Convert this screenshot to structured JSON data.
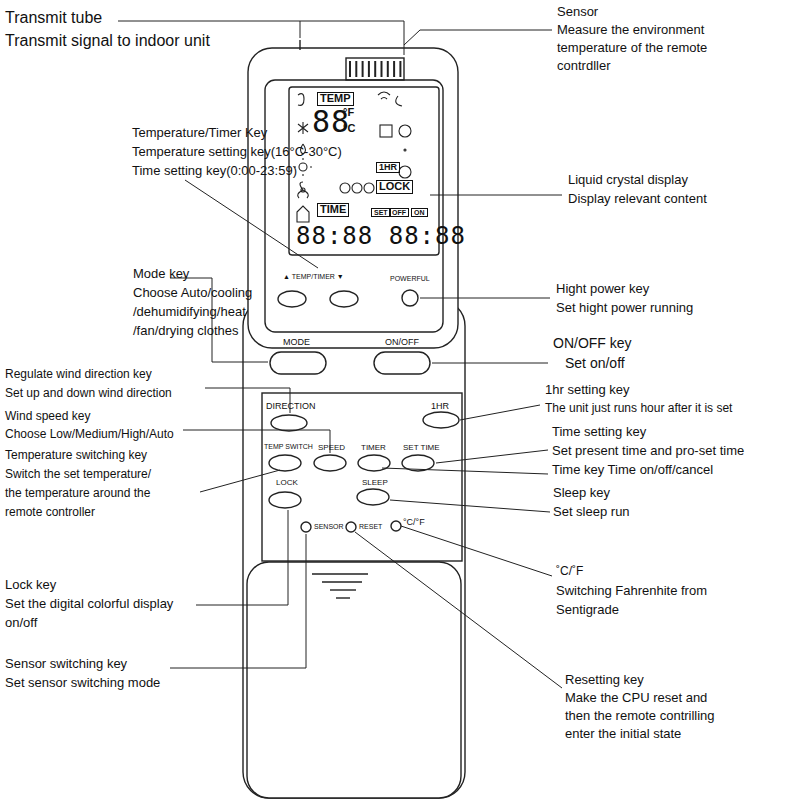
{
  "diagram": {
    "labels": [
      "Transmit tube",
      "Transmit signal to indoor unit",
      "Sensor",
      "Measure the environment",
      " temperature of the remote",
      "contrdller",
      "Temperature/Timer Key",
      "Temperature setting key(16°C-30°C)",
      "Time setting key(0:00-23:59)",
      "Liquid crystal display",
      "Display relevant content",
      "Mode key",
      "Choose Auto/cooling",
      "/dehumidifying/heat",
      "/fan/drying clothes",
      "Hight power key",
      "Set hight power running",
      "ON/OFF key",
      "Set on/off",
      "Regulate wind direction key",
      "Set up and down wind direction",
      "1hr setting key",
      "The unit just runs hour after it is set",
      "Wind speed key",
      "Choose Low/Medium/High/Auto",
      "Time setting key",
      " Set present time and pro-set time",
      "Time key Time on/off/cancel",
      "Temperature switching key",
      "Switch the set temperature/",
      "the temperature around the",
      "remote controller",
      "Sleep key",
      "Set sleep run",
      "˚C/˚F",
      "Switching Fahrenhite from",
      "Sentigrade",
      "Lock key",
      "Set the digital colorful display",
      "on/off",
      "Sensor switching key",
      "Set sensor switching mode",
      "Resetting key",
      "Make the CPU reset and",
      "then the remote contrilling",
      "enter the initial state",
      "TEMP",
      "88",
      "°F",
      "°C",
      "1HR",
      "LOCK",
      "TIME",
      "SET",
      "OFF",
      "ON",
      "88:88 88:88",
      "▲ TEMP/TIMER ▼",
      "POWERFUL",
      "MODE",
      "ON/OFF",
      "DIRECTION",
      "1HR",
      "TEMP SWITCH",
      "SPEED",
      "TIMER",
      "SET TIME",
      "LOCK",
      "SLEEP",
      "SENSOR",
      "RESET",
      "°C/°F"
    ]
  }
}
